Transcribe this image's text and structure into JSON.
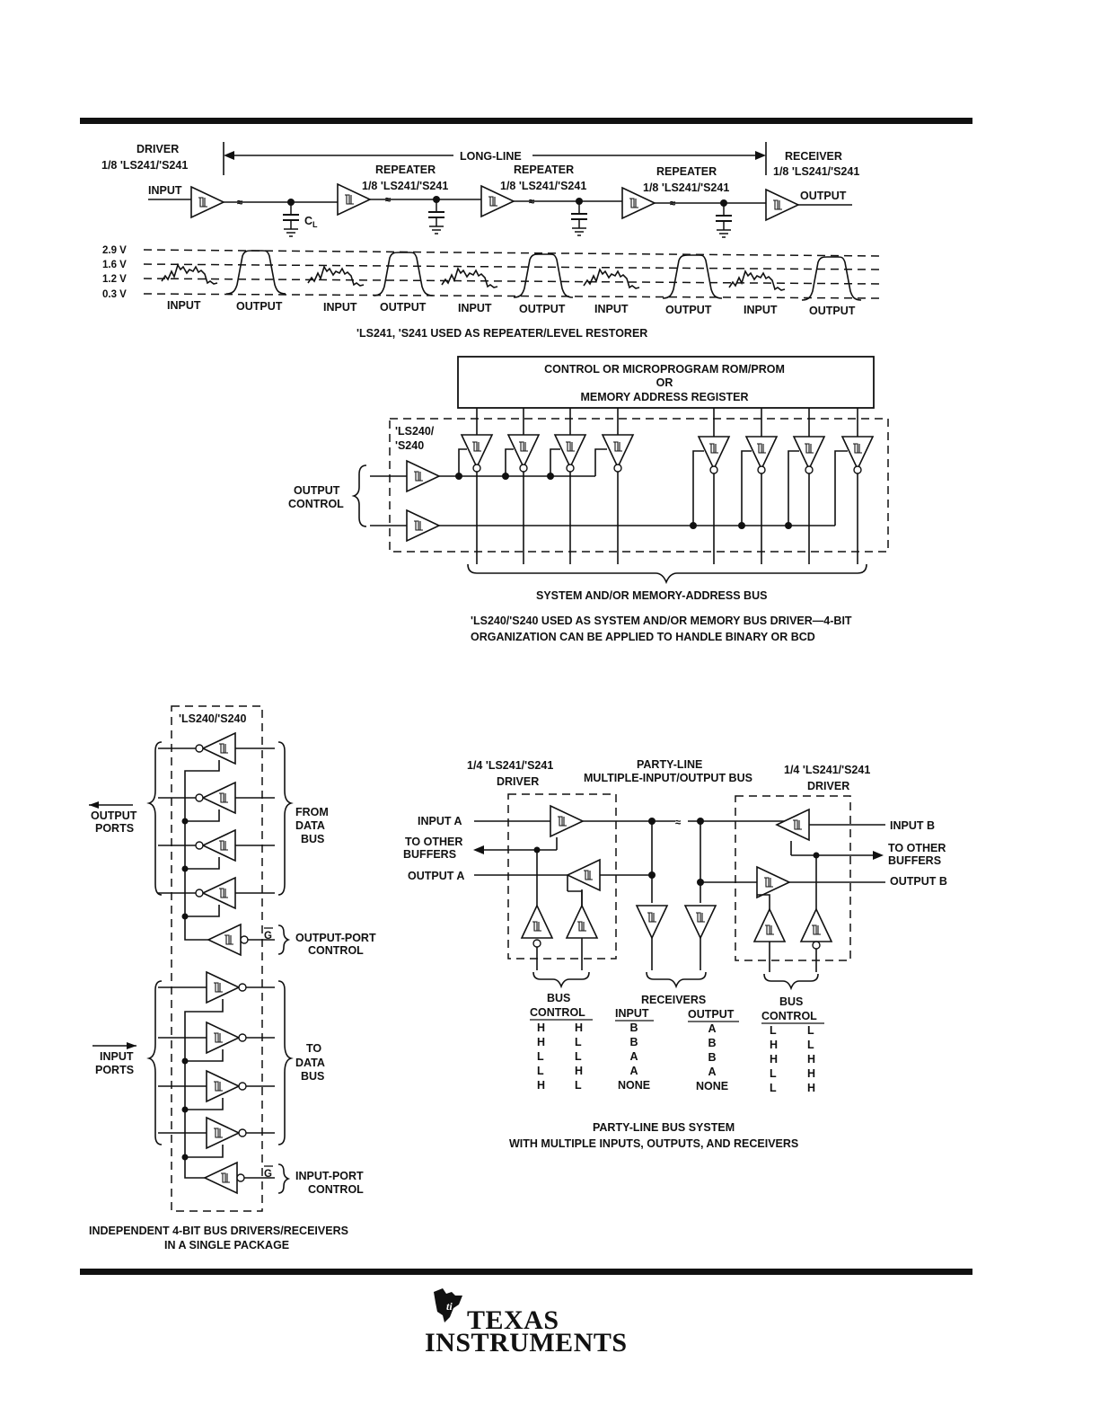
{
  "fig1": {
    "driver": "DRIVER",
    "driver_part": "1/8 'LS241/'S241",
    "long_line": "LONG-LINE",
    "receiver": "RECEIVER",
    "receiver_part": "1/8 'LS241/'S241",
    "repeater": "REPEATER",
    "repeater_part": "1/8 'LS241/'S241",
    "input": "INPUT",
    "output": "OUTPUT",
    "cl": "C",
    "cl_sub": "L",
    "levels": [
      "2.9 V",
      "1.6 V",
      "1.2 V",
      "0.3 V"
    ],
    "wave_labels": [
      "INPUT",
      "OUTPUT",
      "INPUT",
      "OUTPUT",
      "INPUT",
      "OUTPUT",
      "INPUT",
      "OUTPUT",
      "INPUT",
      "OUTPUT"
    ],
    "caption": "'LS241, 'S241 USED AS REPEATER/LEVEL RESTORER"
  },
  "fig2": {
    "rom_line1": "CONTROL OR MICROPROGRAM ROM/PROM",
    "rom_line2": "OR",
    "rom_line3": "MEMORY ADDRESS REGISTER",
    "part1": "'LS240/",
    "part2": "'S240",
    "oc1": "OUTPUT",
    "oc2": "CONTROL",
    "bus": "SYSTEM AND/OR MEMORY-ADDRESS BUS",
    "caption1": "'LS240/'S240 USED AS SYSTEM AND/OR MEMORY BUS DRIVER—4-BIT",
    "caption2": "ORGANIZATION CAN BE APPLIED TO HANDLE BINARY OR BCD"
  },
  "fig3": {
    "part": "'LS240/'S240",
    "output_ports1": "OUTPUT",
    "output_ports2": "PORTS",
    "from1": "FROM",
    "from2": "DATA",
    "from3": "BUS",
    "g": "G",
    "opc1": "OUTPUT-PORT",
    "opc2": "CONTROL",
    "input_ports1": "INPUT",
    "input_ports2": "PORTS",
    "to1": "TO",
    "to2": "DATA",
    "to3": "BUS",
    "ipc1": "INPUT-PORT",
    "ipc2": "CONTROL",
    "caption1": "INDEPENDENT 4-BIT BUS DRIVERS/RECEIVERS",
    "caption2": "IN A SINGLE PACKAGE"
  },
  "fig4": {
    "driver_left_part": "1/4 'LS241/'S241",
    "driver_left": "DRIVER",
    "party1": "PARTY-LINE",
    "party2": "MULTIPLE-INPUT/OUTPUT BUS",
    "driver_right_part": "1/4 'LS241/'S241",
    "driver_right": "DRIVER",
    "input_a": "INPUT A",
    "to_other1": "TO OTHER",
    "to_other2": "BUFFERS",
    "output_a": "OUTPUT A",
    "input_b": "INPUT B",
    "output_b": "OUTPUT B",
    "bus_control": "BUS",
    "control": "CONTROL",
    "receivers": "RECEIVERS",
    "rx_input": "INPUT",
    "rx_output": "OUTPUT",
    "left_ctrl": [
      [
        "H",
        "H"
      ],
      [
        "H",
        "L"
      ],
      [
        "L",
        "L"
      ],
      [
        "L",
        "H"
      ],
      [
        "H",
        "L"
      ]
    ],
    "rx_in": [
      "B",
      "B",
      "A",
      "A",
      "NONE"
    ],
    "rx_out": [
      "A",
      "B",
      "B",
      "A",
      "NONE"
    ],
    "right_ctrl": [
      [
        "L",
        "L"
      ],
      [
        "H",
        "L"
      ],
      [
        "H",
        "H"
      ],
      [
        "L",
        "H"
      ],
      [
        "L",
        "H"
      ]
    ],
    "caption1": "PARTY-LINE BUS SYSTEM",
    "caption2": "WITH MULTIPLE INPUTS, OUTPUTS, AND RECEIVERS"
  },
  "footer": {
    "brand1": "TEXAS",
    "brand2": "INSTRUMENTS"
  }
}
